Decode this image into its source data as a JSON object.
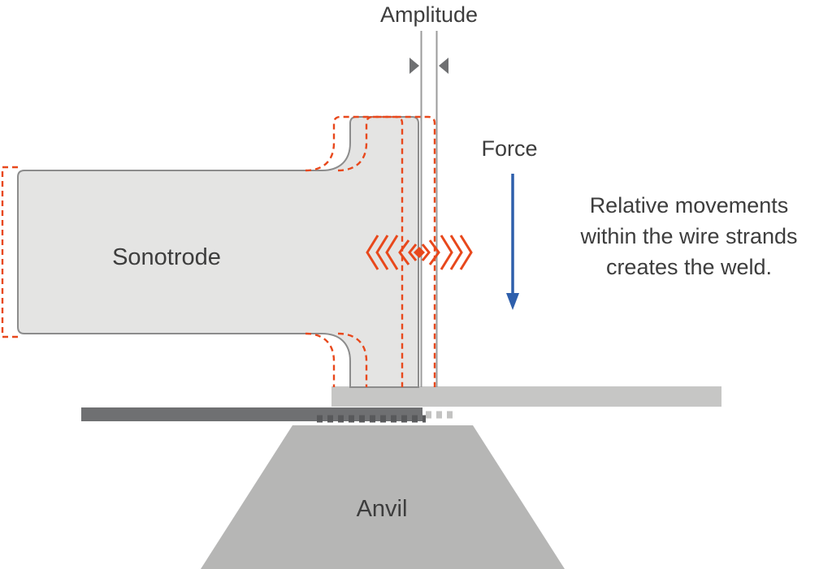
{
  "labels": {
    "amplitude": "Amplitude",
    "force": "Force",
    "sonotrode": "Sonotrode",
    "anvil": "Anvil"
  },
  "note": {
    "lines": [
      "Relative movements",
      "within the wire strands",
      "creates the weld."
    ]
  },
  "colors": {
    "background": "#ffffff",
    "text": "#3d3d3d",
    "sonotrode_fill": "#e4e4e3",
    "sonotrode_stroke": "#8c8c8c",
    "vibration_red": "#e8481c",
    "force_blue": "#2e5fac",
    "upper_plate": "#c6c6c5",
    "wire_bar": "#6f7072",
    "anvil": "#b6b6b5",
    "knurl_dark": "#58595b",
    "knurl_light": "#c3c3c2",
    "amplitude_line": "#9b9b9b",
    "amplitude_arrow": "#6f7072"
  }
}
